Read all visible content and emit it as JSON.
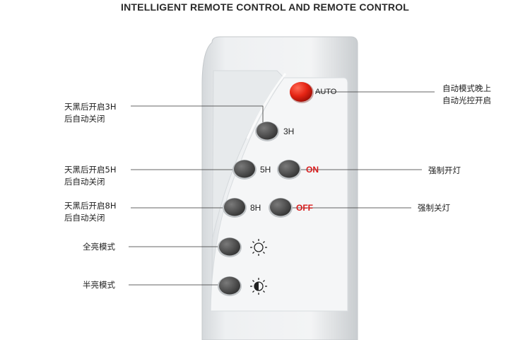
{
  "title": "INTELLIGENT REMOTE  CONTROL AND REMOTE  CONTROL",
  "colors": {
    "auto_button": "#e52414",
    "grey_button": "#5a5a5a",
    "remote_body": "#e9ecee",
    "label_red": "#d81b1b"
  },
  "buttons": {
    "auto": "AUTO",
    "h3": "3H",
    "h5": "5H",
    "on": "ON",
    "h8": "8H",
    "off": "OFF",
    "full_icon": "sun-outline-icon",
    "half_icon": "sun-half-icon"
  },
  "callouts": {
    "auto": [
      "自动模式晚上",
      "自动光控开启"
    ],
    "h3": [
      "天黑后开启3H",
      "后自动关闭"
    ],
    "h5": [
      "天黑后开启5H",
      "后自动关闭"
    ],
    "on": [
      "强制开灯"
    ],
    "h8": [
      "天黑后开启8H",
      "后自动关闭"
    ],
    "off": [
      "强制关灯"
    ],
    "full": [
      "全亮模式"
    ],
    "half": [
      "半亮模式"
    ]
  }
}
